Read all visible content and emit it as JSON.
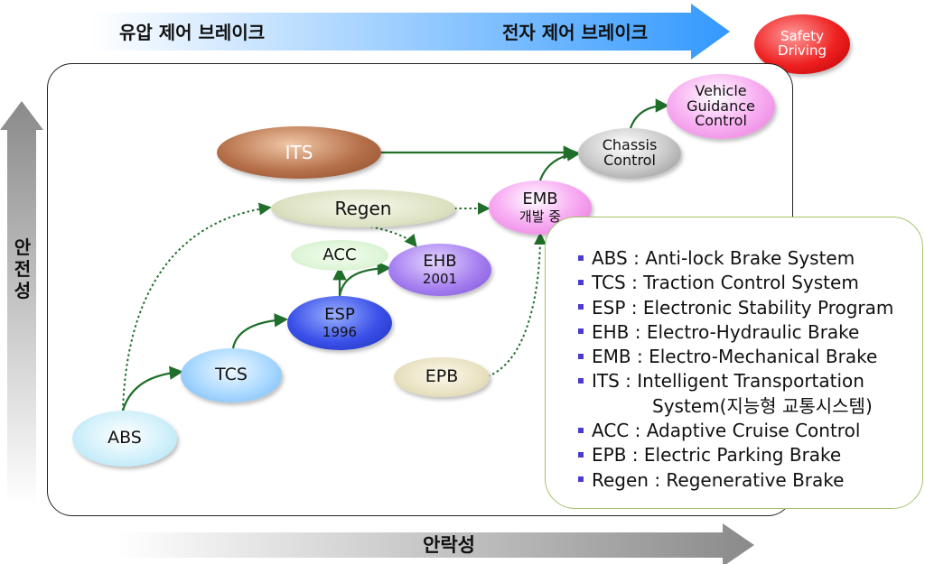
{
  "top_axis": {
    "left_label": "유압 제어 브레이크",
    "right_label": "전자 제어 브레이크"
  },
  "goal": {
    "line1": "Safety",
    "line2": "Driving"
  },
  "y_axis": {
    "label_chars": [
      "안",
      "전",
      "성"
    ]
  },
  "x_axis": {
    "label": "안락성"
  },
  "nodes": {
    "abs": {
      "label": "ABS"
    },
    "tcs": {
      "label": "TCS"
    },
    "esp": {
      "label": "ESP",
      "year": "1996"
    },
    "acc": {
      "label": "ACC"
    },
    "ehb": {
      "label": "EHB",
      "year": "2001"
    },
    "regen": {
      "label": "Regen"
    },
    "its": {
      "label": "ITS"
    },
    "emb": {
      "label": "EMB",
      "note": "개발 중"
    },
    "epb": {
      "label": "EPB"
    },
    "chassis": {
      "line1": "Chassis",
      "line2": "Control"
    },
    "vehicle": {
      "line1": "Vehicle",
      "line2": "Guidance",
      "line3": "Control"
    }
  },
  "legend": [
    {
      "text": "ABS  : Anti-lock Brake System",
      "continuation": ""
    },
    {
      "text": "TCS  : Traction Control System",
      "continuation": ""
    },
    {
      "text": "ESP  : Electronic Stability Program",
      "continuation": ""
    },
    {
      "text": "EHB  : Electro-Hydraulic Brake",
      "continuation": ""
    },
    {
      "text": "EMB : Electro-Mechanical Brake",
      "continuation": ""
    },
    {
      "text": "ITS  : Intelligent Transportation",
      "continuation": "System(지능형 교통시스템)"
    },
    {
      "text": "ACC : Adaptive Cruise Control",
      "continuation": ""
    },
    {
      "text": "EPB  : Electric Parking Brake",
      "continuation": ""
    },
    {
      "text": "Regen : Regenerative Brake",
      "continuation": ""
    }
  ],
  "colors": {
    "solid_arrow": "#1f6e2a",
    "dotted_arrow": "#1f6e2a",
    "top_arrow_start": "#ffffff",
    "top_arrow_end": "#3399ff",
    "gray_arrow": "#8a8a8a",
    "legend_border": "#a3c36a"
  }
}
